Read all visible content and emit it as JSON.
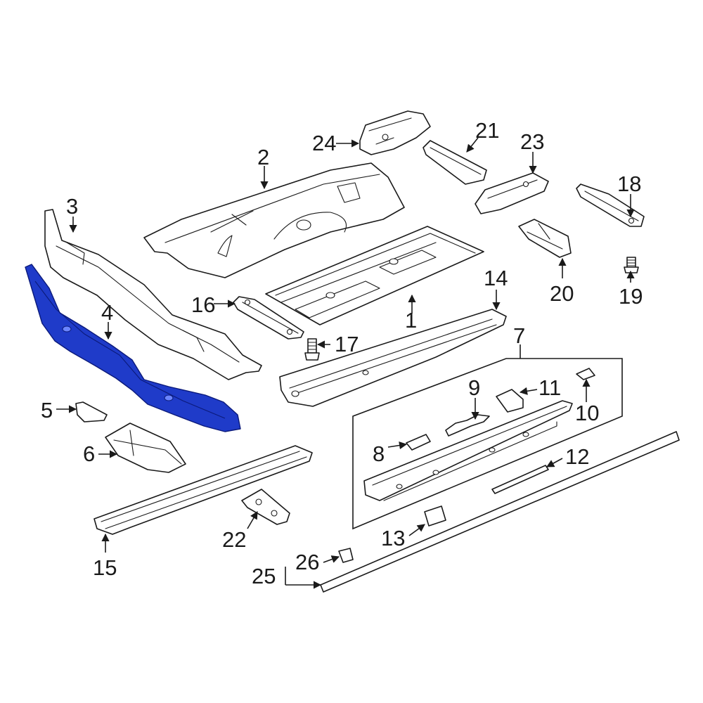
{
  "diagram": {
    "highlight_color": "#1f3bc9",
    "callouts": [
      "1",
      "2",
      "3",
      "4",
      "5",
      "6",
      "7",
      "8",
      "9",
      "10",
      "11",
      "12",
      "13",
      "14",
      "15",
      "16",
      "17",
      "18",
      "19",
      "20",
      "21",
      "22",
      "23",
      "24",
      "25",
      "26"
    ]
  }
}
